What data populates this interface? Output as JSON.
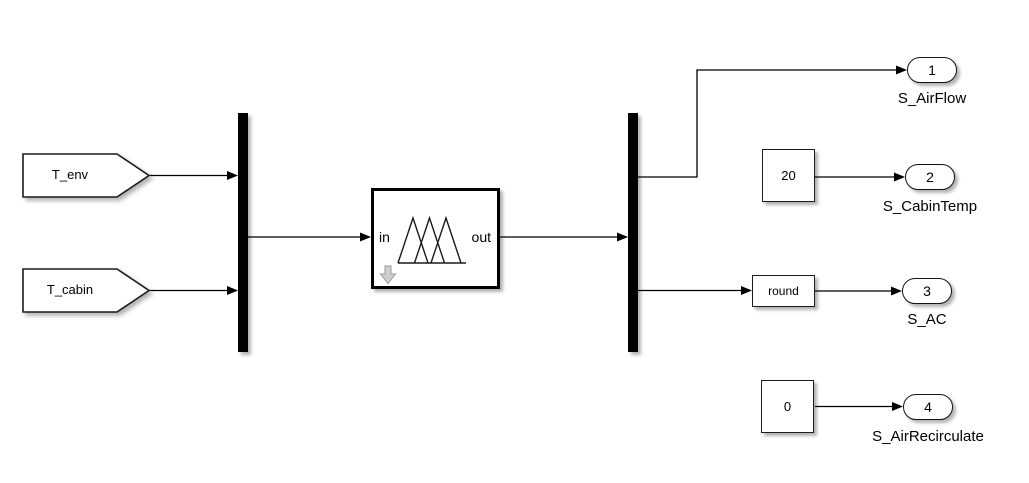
{
  "diagram": {
    "background": "#ffffff",
    "line_color": "#000000",
    "block_fill": "#ffffff",
    "block_border": "#1c1c1c",
    "bus_color": "#000000",
    "drill_arrow_color": "#cfcfcf"
  },
  "inports": [
    {
      "label": "T_env"
    },
    {
      "label": "T_cabin"
    }
  ],
  "fuzzy_block": {
    "in_label": "in",
    "out_label": "out"
  },
  "constants": [
    {
      "value": "20"
    },
    {
      "value": "0"
    }
  ],
  "round_block": {
    "label": "round"
  },
  "outports": [
    {
      "number": "1",
      "label": "S_AirFlow"
    },
    {
      "number": "2",
      "label": "S_CabinTemp"
    },
    {
      "number": "3",
      "label": "S_AC"
    },
    {
      "number": "4",
      "label": "S_AirRecirculate"
    }
  ]
}
